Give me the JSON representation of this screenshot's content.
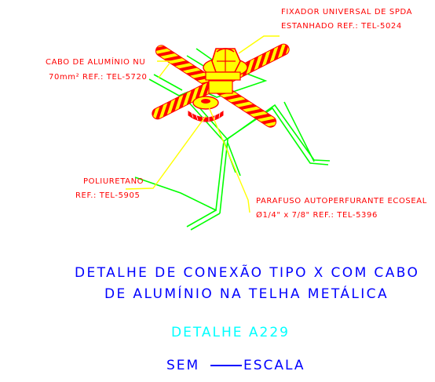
{
  "colors": {
    "background": "#ffffff",
    "label_text": "#ff0000",
    "leader_line": "#ffff00",
    "roof_lines": "#00ff00",
    "title_text": "#0000ff",
    "detail_id_text": "#00ffff",
    "cable_stripe": "#ff0000",
    "cable_base": "#ffff00"
  },
  "labels": {
    "fixador_line1": "FIXADOR UNIVERSAL DE SPDA",
    "fixador_line2": "ESTANHADO REF.: TEL-5024",
    "cabo_line1": "CABO DE ALUMÍNIO NU",
    "cabo_line2": "70mm² REF.: TEL-5720",
    "poliuretano_line1": "POLIURETANO",
    "poliuretano_line2": "REF.: TEL-5905",
    "parafuso_line1": "PARAFUSO AUTOPERFURANTE ECOSEAL",
    "parafuso_line2": "Ø1/4\" x 7/8\" REF.: TEL-5396"
  },
  "title": {
    "line1": "DETALHE DE CONEXÃO TIPO X COM CABO",
    "line2": "DE ALUMÍNIO NA TELHA METÁLICA"
  },
  "detail_id": "DETALHE A229",
  "scale": {
    "left": "SEM",
    "right": "ESCALA"
  },
  "icons": [
    "stripe-cable",
    "hex-fixture",
    "polyurethane-washer"
  ]
}
